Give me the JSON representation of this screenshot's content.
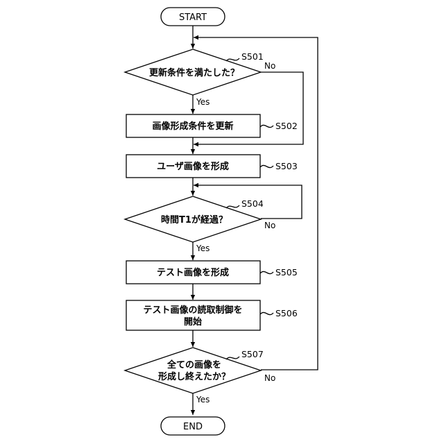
{
  "flowchart": {
    "start_label": "START",
    "end_label": "END",
    "steps": {
      "s501": {
        "id": "S501",
        "text": "更新条件を満たした？",
        "yes": "Yes",
        "no": "No"
      },
      "s502": {
        "id": "S502",
        "text": "画像形成条件を更新"
      },
      "s503": {
        "id": "S503",
        "text": "ユーザ画像を形成"
      },
      "s504": {
        "id": "S504",
        "text": "時間T1が経過？",
        "yes": "Yes",
        "no": "No"
      },
      "s505": {
        "id": "S505",
        "text": "テスト画像を形成"
      },
      "s506": {
        "id": "S506",
        "text_line1": "テスト画像の読取制御を",
        "text_line2": "開始"
      },
      "s507": {
        "id": "S507",
        "text_line1": "全ての画像を",
        "text_line2": "形成し終えたか？",
        "yes": "Yes",
        "no": "No"
      }
    }
  }
}
